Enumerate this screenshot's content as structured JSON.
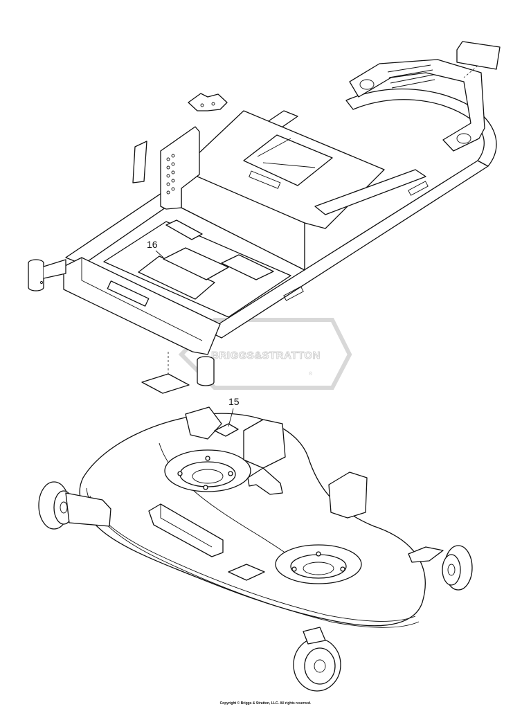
{
  "diagram": {
    "callouts": [
      {
        "id": "16",
        "label": "16"
      },
      {
        "id": "15",
        "label": "15"
      }
    ],
    "watermark_text": "BRIGGS&STRATTON",
    "watermark_trademark": "®",
    "copyright": "Copyright © Briggs & Stratton, LLC. All rights reserved.",
    "colors": {
      "line": "#111111",
      "background": "#ffffff",
      "watermark": "#cfcfcf"
    }
  }
}
